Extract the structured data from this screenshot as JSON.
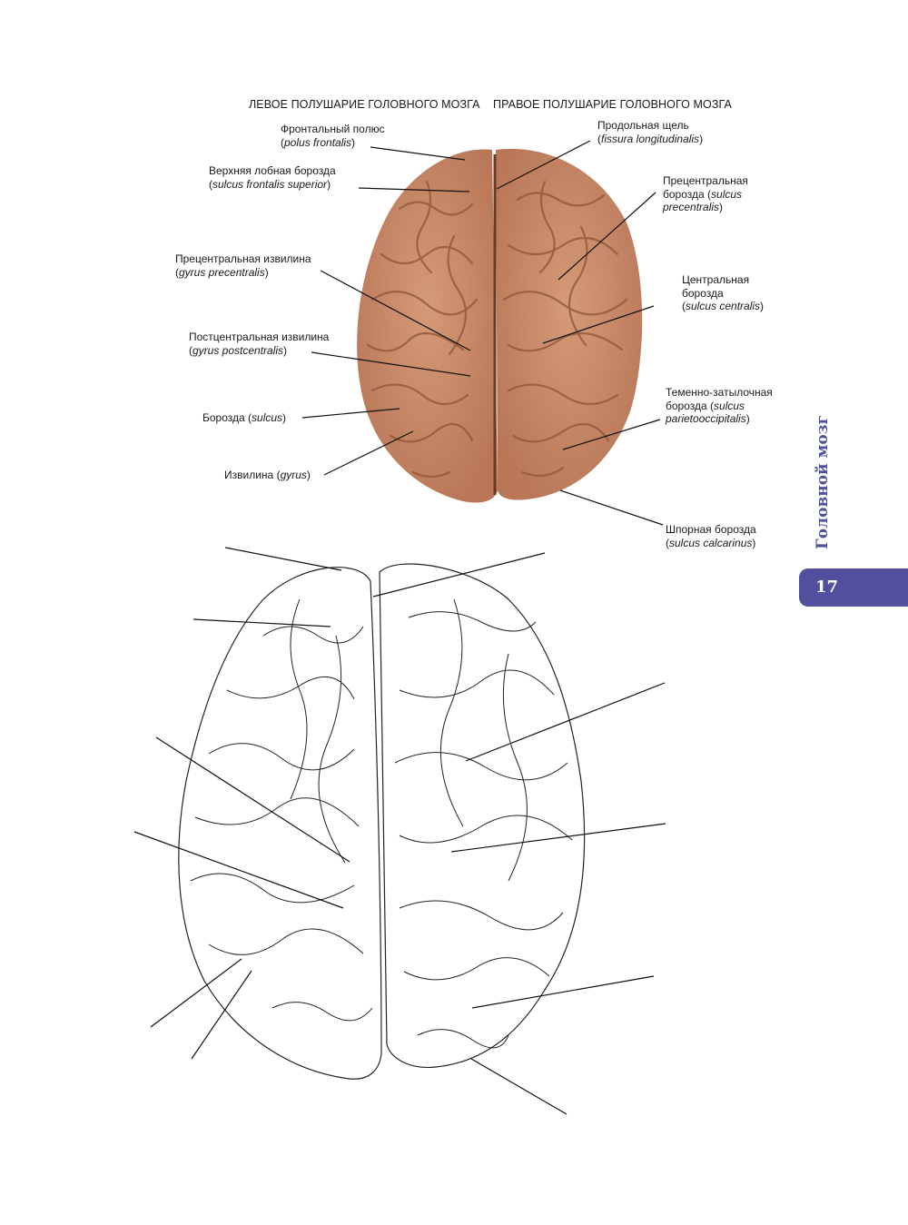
{
  "headers": {
    "left": "ЛЕВОЕ ПОЛУШАРИЕ ГОЛОВНОГО МОЗГА",
    "right": "ПРАВОЕ ПОЛУШАРИЕ ГОЛОВНОГО МОЗГА"
  },
  "labels": [
    {
      "ru": "Фронтальный полюс",
      "latin": "polus frontalis"
    },
    {
      "ru": "Верхняя лобная борозда",
      "latin": "sulcus frontalis superior"
    },
    {
      "ru": "Прецентральная извилина",
      "latin": "gyrus precentralis"
    },
    {
      "ru": "Постцентральная извилина",
      "latin": "gyrus postcentralis"
    },
    {
      "ru": "Борозда",
      "latin": "sulcus"
    },
    {
      "ru": "Извилина",
      "latin": "gyrus"
    },
    {
      "ru": "Продольная щель",
      "latin": "fissura longitudinalis"
    },
    {
      "ru": "Прецентральная борозда",
      "latin": "sulcus precentralis"
    },
    {
      "ru": "Центральная борозда",
      "latin": "sulcus centralis"
    },
    {
      "ru": "Теменно-затылочная борозда",
      "latin": "sulcus parietooccipitalis"
    },
    {
      "ru": "Шпорная борозда",
      "latin": "sulcus calcarinus"
    }
  ],
  "section_title": "Головной мозг",
  "page_number": "17",
  "colors": {
    "accent": "#52509e",
    "brain": "#c98a68"
  }
}
